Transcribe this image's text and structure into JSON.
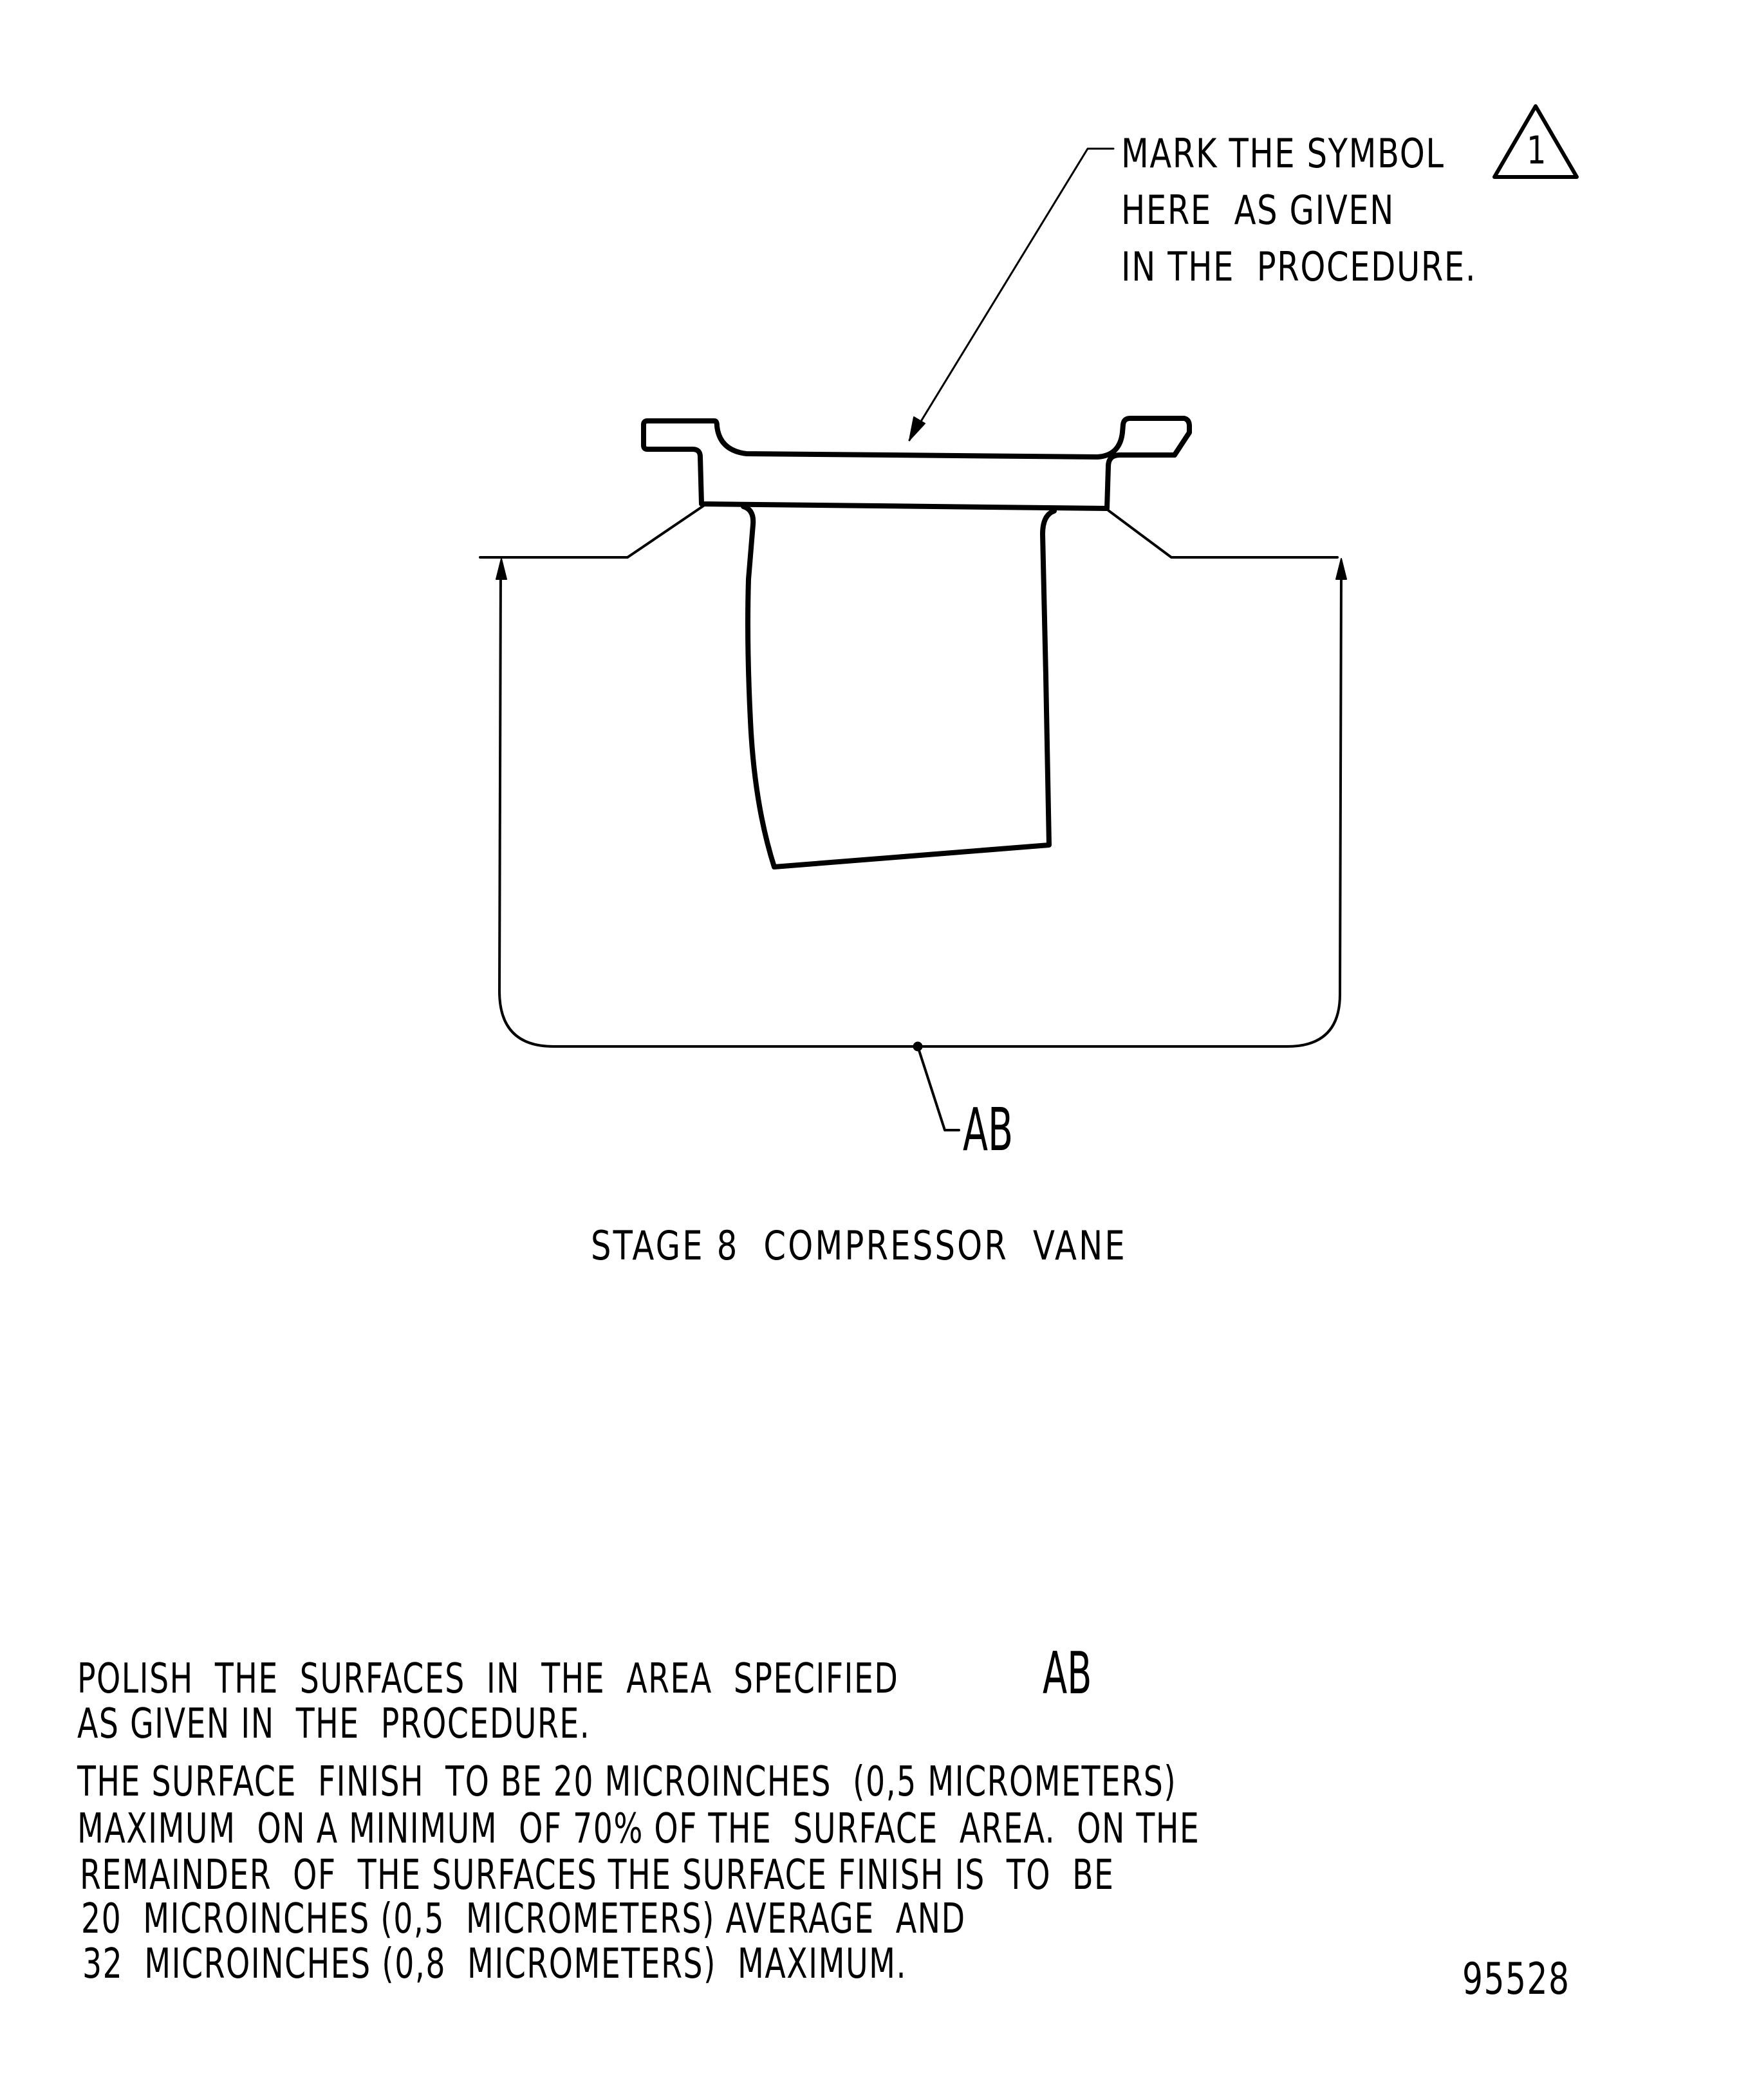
{
  "callout": {
    "lines": [
      "MARK THE SYMBOL",
      "HERE  AS GIVEN",
      "IN THE  PROCEDURE."
    ],
    "symbol": {
      "shape": "triangle",
      "number": "1"
    }
  },
  "labels": {
    "area_label": "AB"
  },
  "caption": "STAGE 8  COMPRESSOR  VANE",
  "notes": {
    "line1_text": "POLISH  THE  SURFACES  IN  THE  AREA  SPECIFIED",
    "line1_area": "AB",
    "line2": "AS GIVEN IN  THE  PROCEDURE.",
    "line3": "THE SURFACE  FINISH  TO BE 20 MICROINCHES  (0,5 MICROMETERS)",
    "line4": "MAXIMUM  ON A MINIMUM  OF 70% OF THE  SURFACE  AREA.  ON THE",
    "line5": "REMAINDER  OF  THE SURFACES THE SURFACE FINISH IS  TO  BE",
    "line6": "20  MICROINCHES (0,5  MICROMETERS) AVERAGE  AND",
    "line7": "32  MICROINCHES (0,8  MICROMETERS)  MAXIMUM."
  },
  "figure_number": "95528",
  "colors": {
    "ink": "#000000",
    "paper": "#ffffff"
  }
}
